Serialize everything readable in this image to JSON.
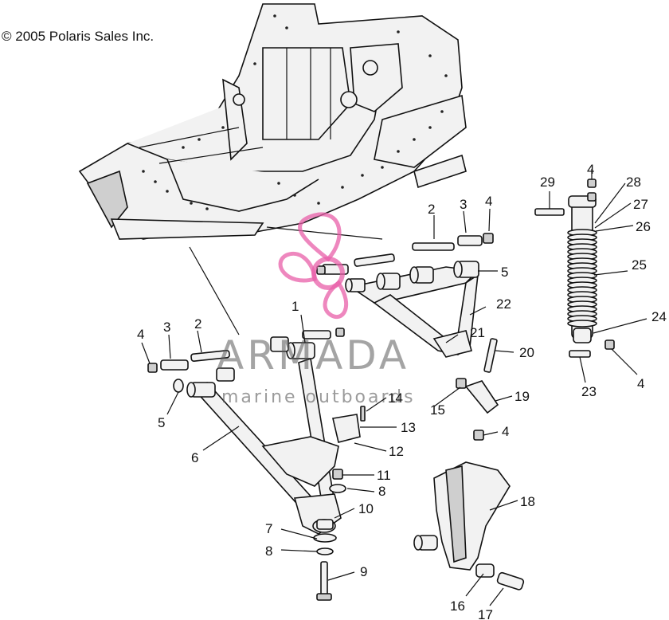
{
  "copyright": "© 2005 Polaris Sales Inc.",
  "watermark": {
    "title": "ARMADA",
    "subtitle": "marine outboards",
    "logo_color": "#e85fa8"
  },
  "callouts": [
    {
      "id": "c1",
      "label": "1"
    },
    {
      "id": "c2a",
      "label": "2"
    },
    {
      "id": "c2b",
      "label": "2"
    },
    {
      "id": "c3a",
      "label": "3"
    },
    {
      "id": "c3b",
      "label": "3"
    },
    {
      "id": "c4a",
      "label": "4"
    },
    {
      "id": "c4b",
      "label": "4"
    },
    {
      "id": "c4c",
      "label": "4"
    },
    {
      "id": "c4d",
      "label": "4"
    },
    {
      "id": "c4e",
      "label": "4"
    },
    {
      "id": "c5a",
      "label": "5"
    },
    {
      "id": "c5b",
      "label": "5"
    },
    {
      "id": "c6",
      "label": "6"
    },
    {
      "id": "c7",
      "label": "7"
    },
    {
      "id": "c8a",
      "label": "8"
    },
    {
      "id": "c8b",
      "label": "8"
    },
    {
      "id": "c9",
      "label": "9"
    },
    {
      "id": "c10",
      "label": "10"
    },
    {
      "id": "c11",
      "label": "11"
    },
    {
      "id": "c12",
      "label": "12"
    },
    {
      "id": "c13",
      "label": "13"
    },
    {
      "id": "c14",
      "label": "14"
    },
    {
      "id": "c15",
      "label": "15"
    },
    {
      "id": "c16",
      "label": "16"
    },
    {
      "id": "c17",
      "label": "17"
    },
    {
      "id": "c18",
      "label": "18"
    },
    {
      "id": "c19",
      "label": "19"
    },
    {
      "id": "c20",
      "label": "20"
    },
    {
      "id": "c21",
      "label": "21"
    },
    {
      "id": "c22",
      "label": "22"
    },
    {
      "id": "c23",
      "label": "23"
    },
    {
      "id": "c24",
      "label": "24"
    },
    {
      "id": "c25",
      "label": "25"
    },
    {
      "id": "c26",
      "label": "26"
    },
    {
      "id": "c27",
      "label": "27"
    },
    {
      "id": "c28",
      "label": "28"
    },
    {
      "id": "c29",
      "label": "29"
    }
  ]
}
